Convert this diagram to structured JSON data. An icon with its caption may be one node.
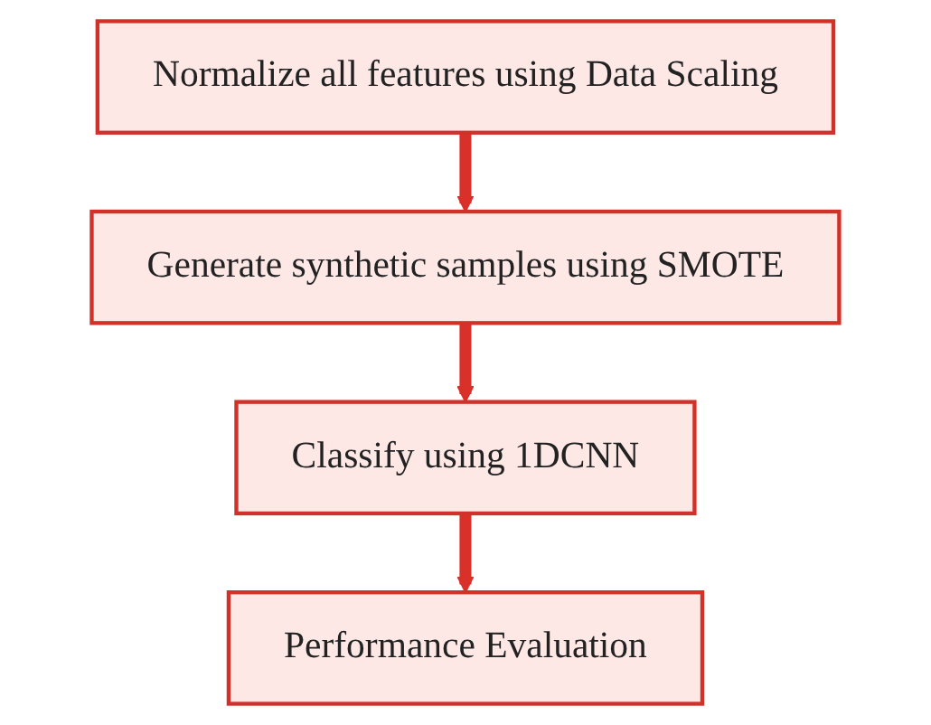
{
  "diagram": {
    "nodes": [
      {
        "text": [
          "Normalize all features using Data Scaling"
        ]
      },
      {
        "text": [
          "Generate synthetic samples using SMOTE"
        ]
      },
      {
        "text": [
          "Classify using 1DCNN"
        ]
      },
      {
        "text": [
          "Performance Evaluation"
        ]
      }
    ],
    "edges": [
      {
        "from": 0,
        "to": 1,
        "arrow": "to"
      },
      {
        "from": 1,
        "to": 2,
        "arrow": "to"
      },
      {
        "from": 2,
        "to": 3,
        "arrow": "to"
      }
    ]
  }
}
